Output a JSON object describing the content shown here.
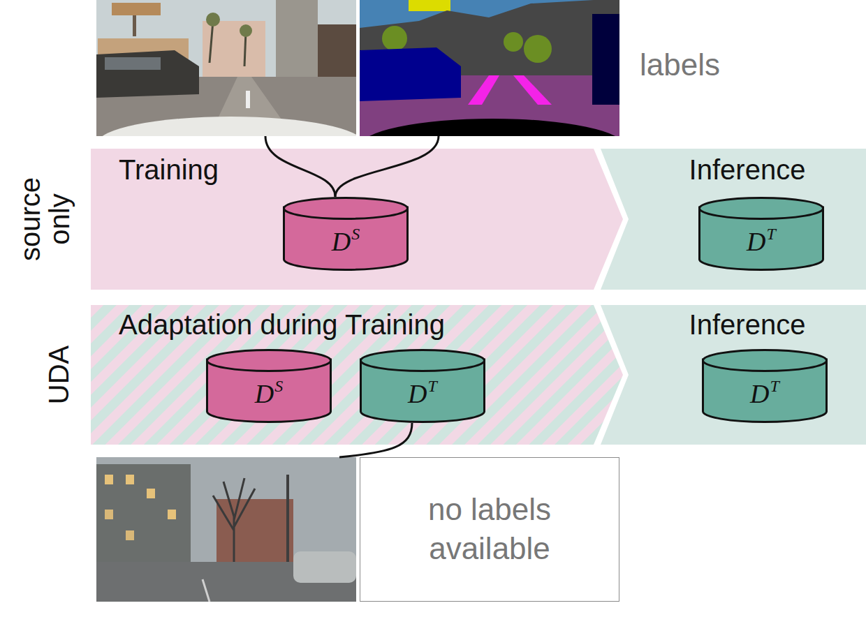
{
  "diagram": {
    "nodes": [
      {
        "text": [
          "Training"
        ]
      },
      {
        "text": [
          "D",
          "S"
        ],
        "in": 0
      },
      {
        "text": [
          "Inference"
        ]
      },
      {
        "text": [
          "D",
          "T"
        ],
        "in": 2
      },
      {
        "text": [
          "Adaptation during Training"
        ]
      },
      {
        "text": [
          "D",
          "S"
        ],
        "in": 4
      },
      {
        "text": [
          "D",
          "T"
        ],
        "in": 4
      },
      {
        "text": [
          "Inference"
        ]
      },
      {
        "text": [
          "D",
          "T"
        ],
        "in": 7
      },
      {
        "text": [
          "no labels available"
        ]
      }
    ],
    "labels": [
      "labels",
      "source only",
      "UDA"
    ]
  }
}
